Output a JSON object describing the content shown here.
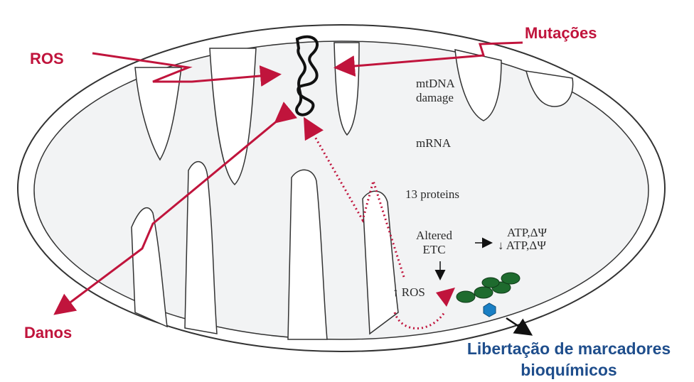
{
  "labels": {
    "ros": "ROS",
    "mutacoes": "Mutações",
    "danos": "Danos",
    "libertacao_line1": "Libertação de marcadores",
    "libertacao_line2": "bioquímicos"
  },
  "inner": {
    "mtdna_line1": "mtDNA",
    "mtdna_line2": "damage",
    "mrna": "mRNA",
    "proteins": "13 proteins",
    "altered_line1": "Altered",
    "altered_line2": "ETC",
    "atp_up": "ATP,ΔΨ",
    "atp_down": "↓ ATP,ΔΨ",
    "ros_up": "↑ ROS"
  },
  "colors": {
    "red": "#c0143c",
    "blue": "#1f4e8c",
    "green": "#1e6b2e",
    "membrane_fill": "#f2f3f4",
    "outline": "#333333"
  }
}
